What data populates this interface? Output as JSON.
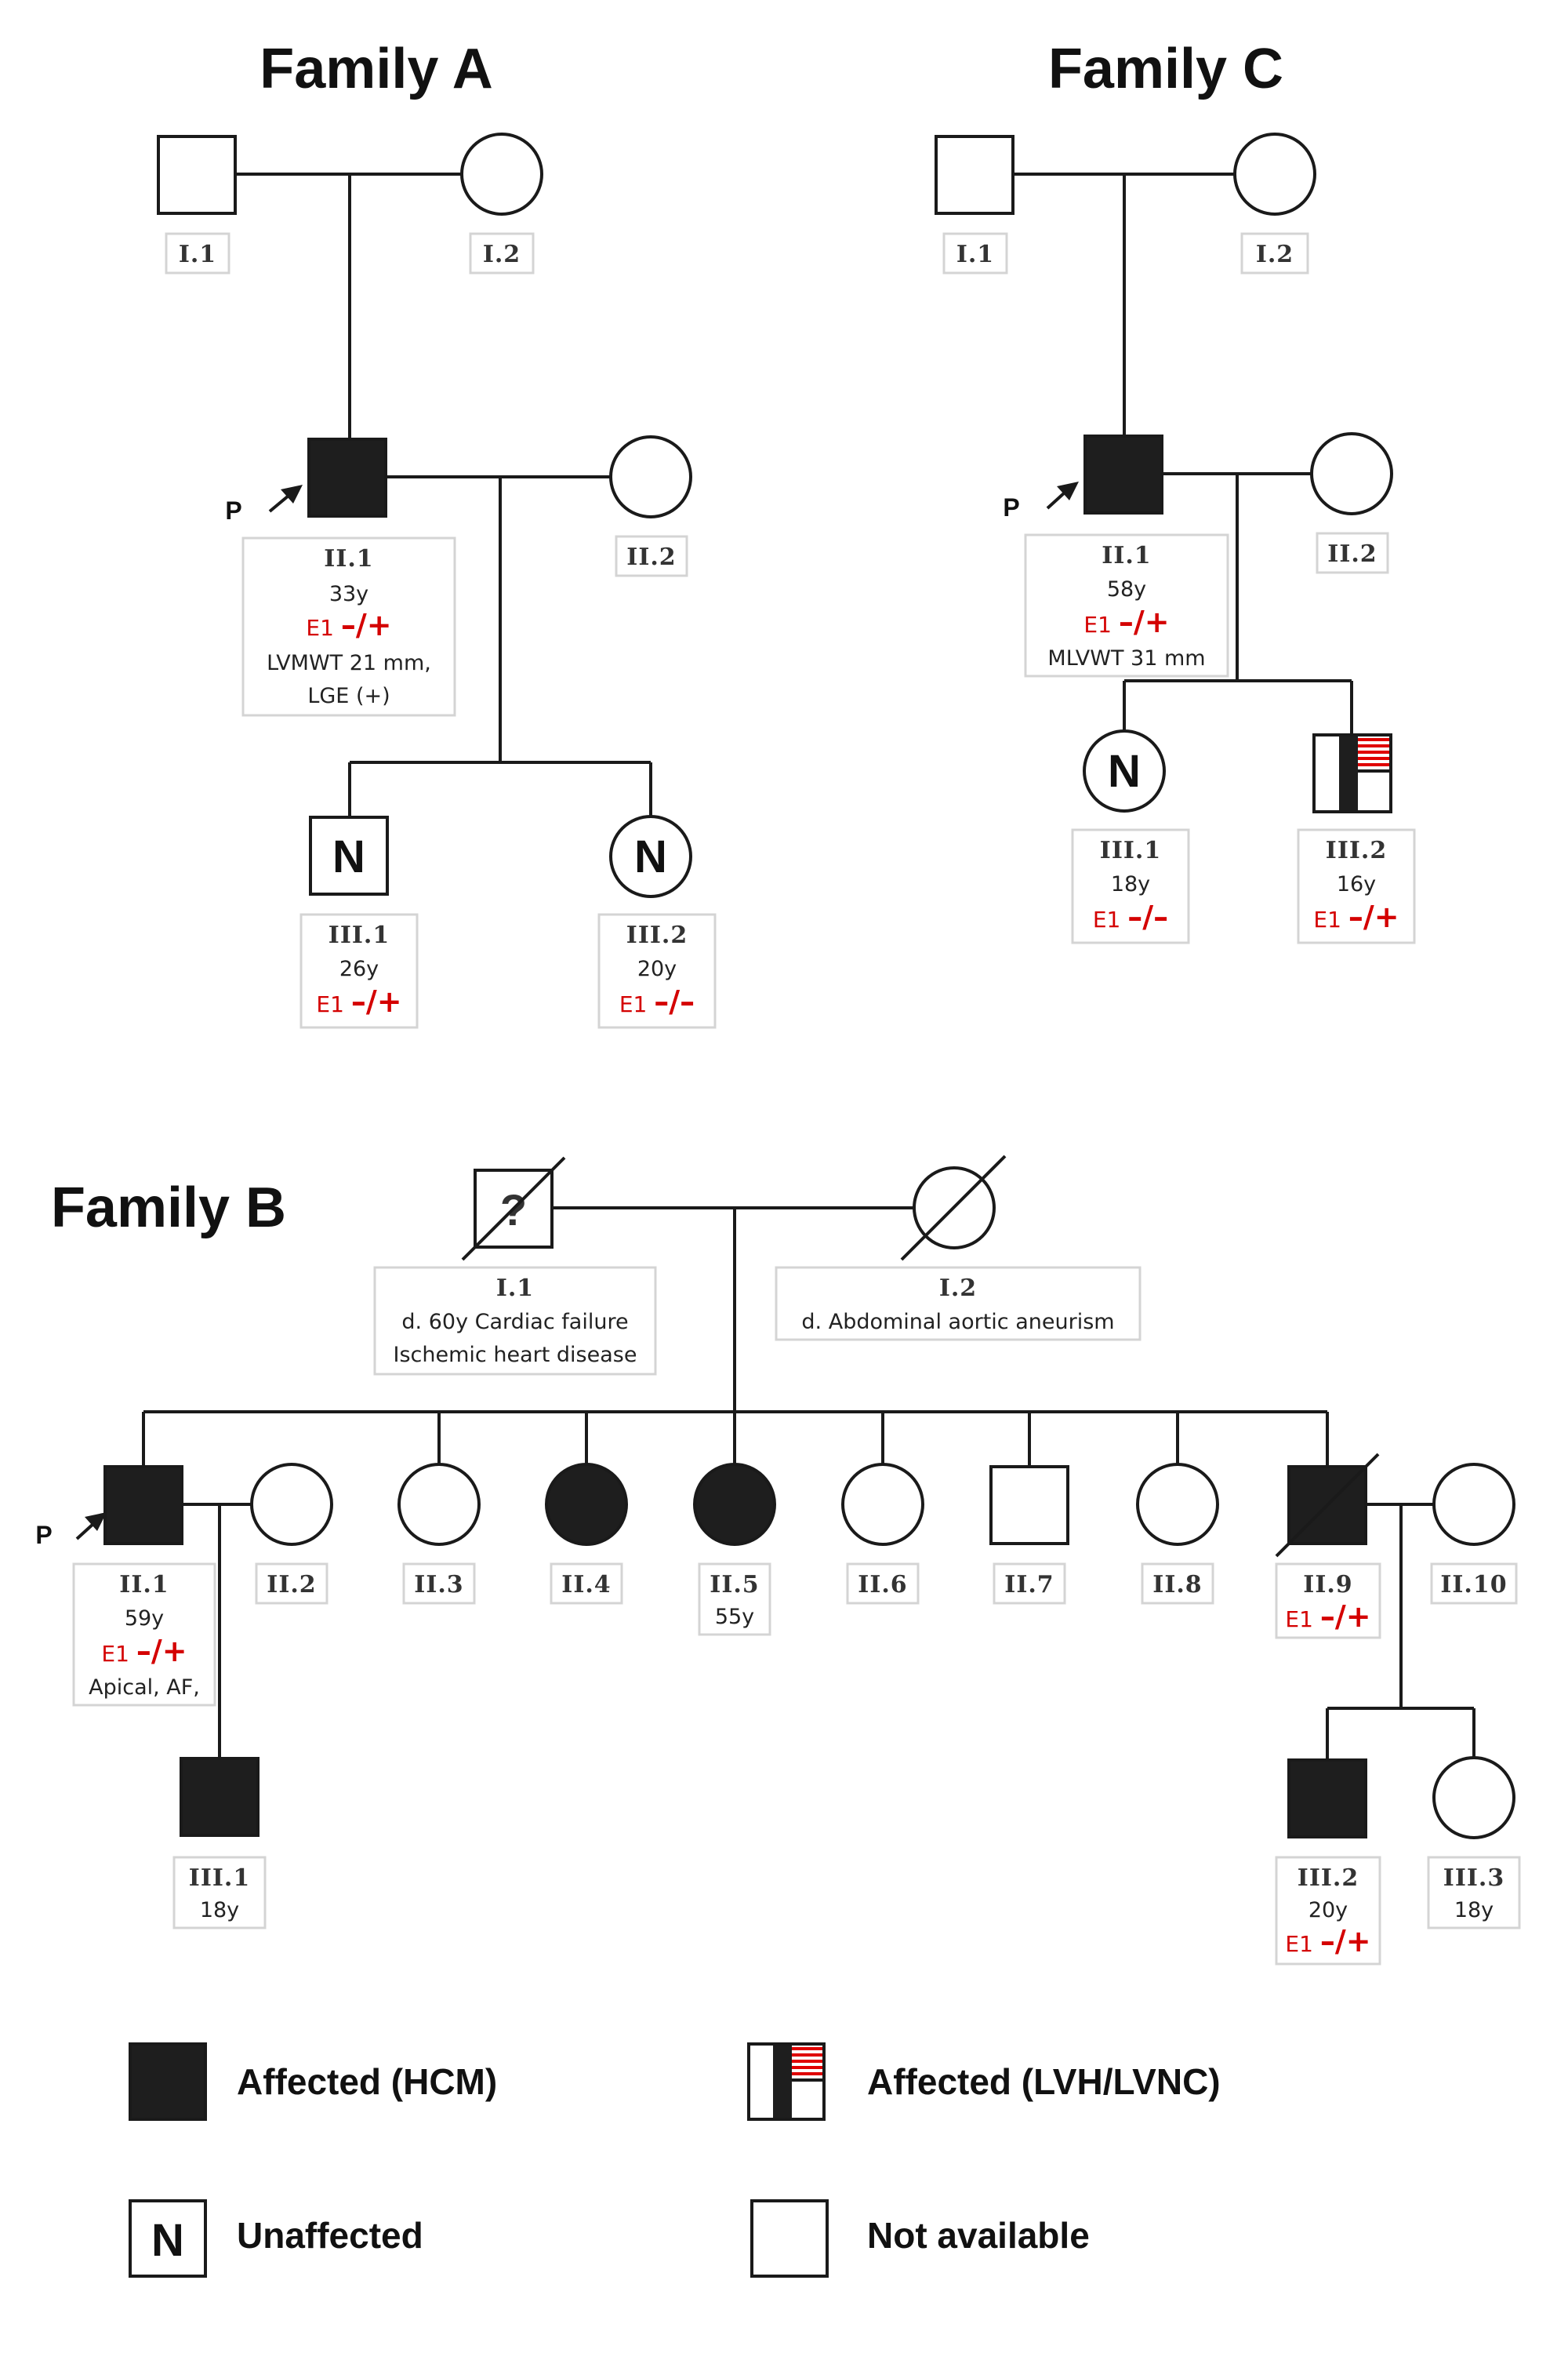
{
  "families": {
    "a": {
      "title": "Family A",
      "proband_marker": "P",
      "individuals": {
        "i1": {
          "id": "I.1"
        },
        "i2": {
          "id": "I.2"
        },
        "ii1": {
          "id": "II.1",
          "age": "33y",
          "gene": "E1",
          "genotype": "–/+",
          "note1": "LVMWT 21 mm,",
          "note2": "LGE (+)"
        },
        "ii2": {
          "id": "II.2"
        },
        "iii1": {
          "id": "III.1",
          "age": "26y",
          "gene": "E1",
          "genotype": "–/+",
          "status_letter": "N"
        },
        "iii2": {
          "id": "III.2",
          "age": "20y",
          "gene": "E1",
          "genotype": "–/–",
          "status_letter": "N"
        }
      }
    },
    "c": {
      "title": "Family C",
      "proband_marker": "P",
      "individuals": {
        "i1": {
          "id": "I.1"
        },
        "i2": {
          "id": "I.2"
        },
        "ii1": {
          "id": "II.1",
          "age": "58y",
          "gene": "E1",
          "genotype": "–/+",
          "note1": "MLVWT 31 mm"
        },
        "ii2": {
          "id": "II.2"
        },
        "iii1": {
          "id": "III.1",
          "age": "18y",
          "gene": "E1",
          "genotype": "–/–",
          "status_letter": "N"
        },
        "iii2": {
          "id": "III.2",
          "age": "16y",
          "gene": "E1",
          "genotype": "–/+"
        }
      }
    },
    "b": {
      "title": "Family B",
      "proband_marker": "P",
      "individuals": {
        "i1": {
          "id": "I.1",
          "note1": "d. 60y Cardiac failure",
          "note2": "Ischemic heart disease",
          "mark": "?"
        },
        "i2": {
          "id": "I.2",
          "note1": "d. Abdominal aortic aneurism"
        },
        "ii1": {
          "id": "II.1",
          "age": "59y",
          "gene": "E1",
          "genotype": "–/+",
          "note1": "Apical, AF,"
        },
        "ii2": {
          "id": "II.2"
        },
        "ii3": {
          "id": "II.3"
        },
        "ii4": {
          "id": "II.4"
        },
        "ii5": {
          "id": "II.5",
          "age": "55y"
        },
        "ii6": {
          "id": "II.6"
        },
        "ii7": {
          "id": "II.7"
        },
        "ii8": {
          "id": "II.8"
        },
        "ii9": {
          "id": "II.9",
          "gene": "E1",
          "genotype": "–/+"
        },
        "ii10": {
          "id": "II.10"
        },
        "iii1": {
          "id": "III.1",
          "age": "18y"
        },
        "iii2": {
          "id": "III.2",
          "age": "20y",
          "gene": "E1",
          "genotype": "–/+"
        },
        "iii3": {
          "id": "III.3",
          "age": "18y"
        }
      }
    }
  },
  "legend": {
    "affected_hcm": "Affected (HCM)",
    "affected_lvh": "Affected (LVH/LVNC)",
    "unaffected": "Unaffected",
    "unaffected_letter": "N",
    "not_available": "Not available"
  },
  "colors": {
    "line": "#1a1a1a",
    "affected_fill": "#1e1e1e",
    "genotype_red": "#d40000",
    "label_border": "#d4d4d4"
  }
}
